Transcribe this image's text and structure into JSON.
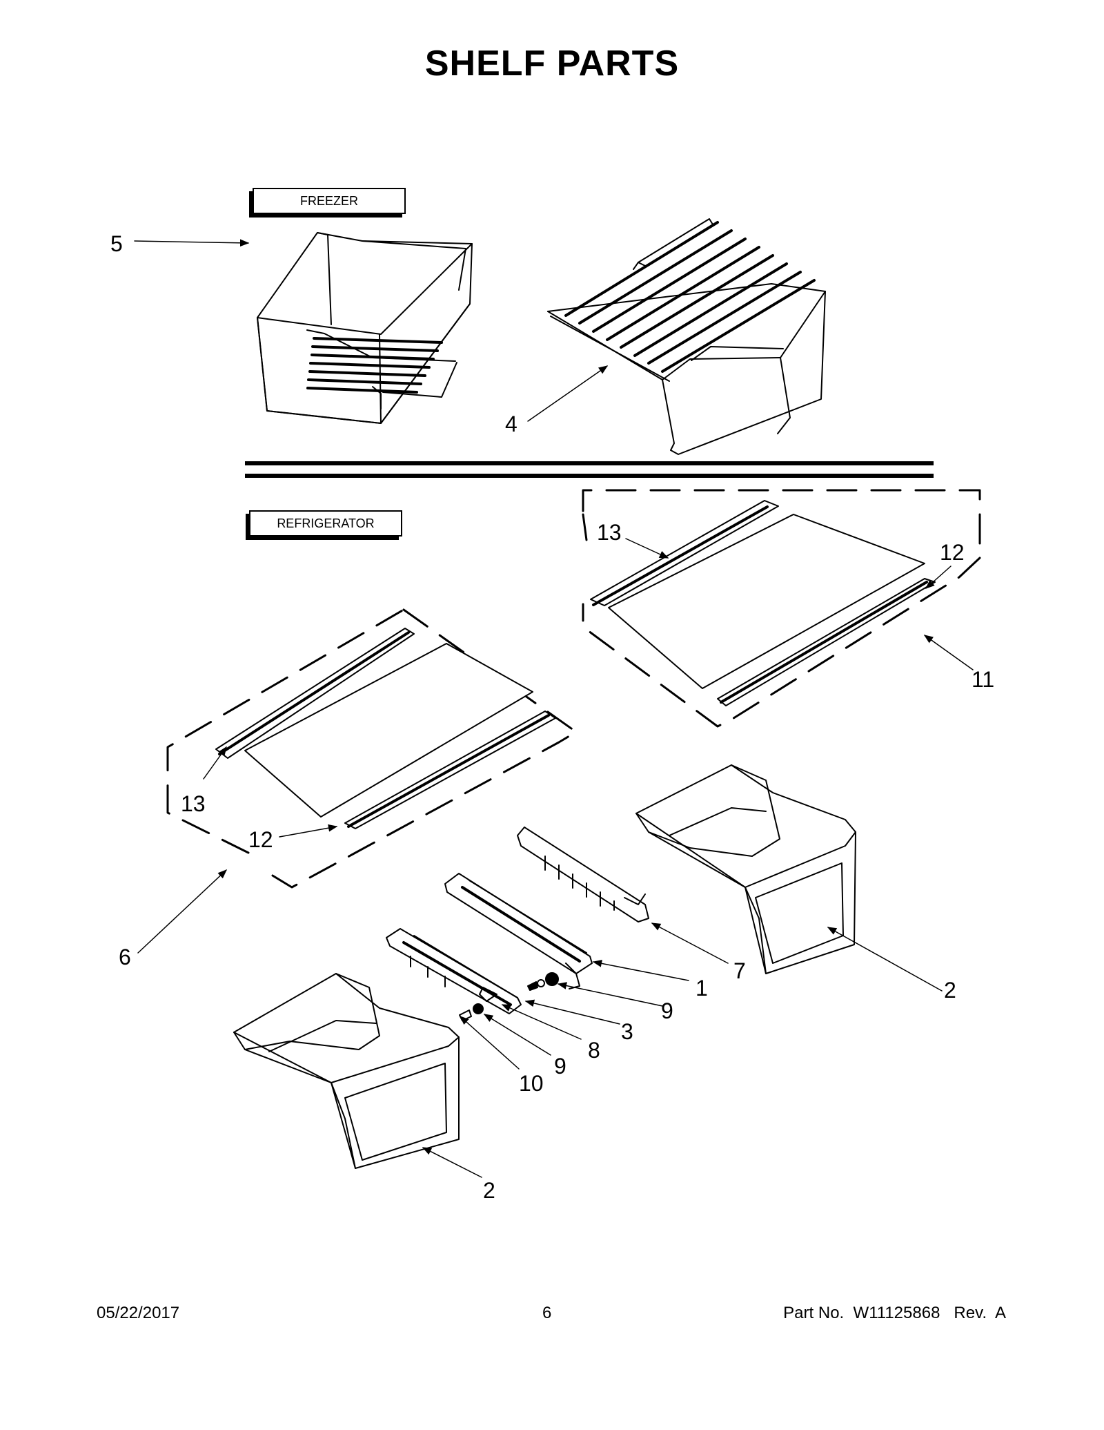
{
  "title": "SHELF PARTS",
  "sections": {
    "freezer": "FREEZER",
    "refrigerator": "REFRIGERATOR"
  },
  "callouts": {
    "c5": "5",
    "c4": "4",
    "c13a": "13",
    "c12a": "12",
    "c11": "11",
    "c13b": "13",
    "c12b": "12",
    "c6": "6",
    "c7": "7",
    "c1": "1",
    "c2a": "2",
    "c9a": "9",
    "c3": "3",
    "c8": "8",
    "c9b": "9",
    "c10": "10",
    "c2b": "2"
  },
  "footer": {
    "date": "05/22/2017",
    "page": "6",
    "part": "Part No.  W11125868   Rev.  A"
  }
}
